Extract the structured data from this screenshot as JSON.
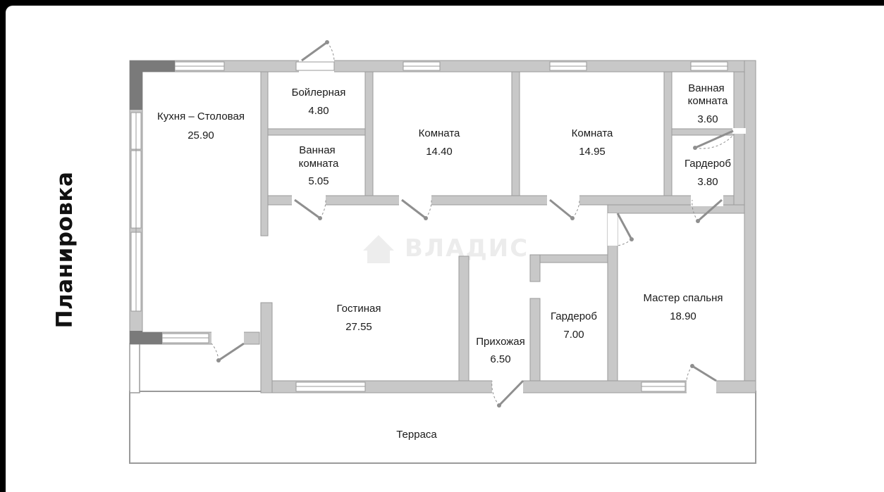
{
  "title": "Планировка",
  "watermark": "ВЛАДИС",
  "colors": {
    "wall": "#c8c8c8",
    "wall_edge": "#9a9a9a",
    "column": "#7a7a7a",
    "door": "#8f8f8f",
    "text": "#1a1a1a"
  },
  "rooms": [
    {
      "id": "kitchen",
      "name": "Кухня – Столовая",
      "area": "25.90"
    },
    {
      "id": "boiler",
      "name": "Бойлерная",
      "area": "4.80"
    },
    {
      "id": "bath1",
      "name_line1": "Ванная",
      "name_line2": "комната",
      "area": "5.05"
    },
    {
      "id": "room1",
      "name": "Комната",
      "area": "14.40"
    },
    {
      "id": "room2",
      "name": "Комната",
      "area": "14.95"
    },
    {
      "id": "bath2",
      "name_line1": "Ванная",
      "name_line2": "комната",
      "area": "3.60"
    },
    {
      "id": "wardrobe1",
      "name": "Гардероб",
      "area": "3.80"
    },
    {
      "id": "living",
      "name": "Гостиная",
      "area": "27.55"
    },
    {
      "id": "hall",
      "name": "Прихожая",
      "area": "6.50"
    },
    {
      "id": "wardrobe2",
      "name": "Гардероб",
      "area": "7.00"
    },
    {
      "id": "master",
      "name": "Мастер спальня",
      "area": "18.90"
    },
    {
      "id": "terrace",
      "name": "Терраса",
      "area": ""
    }
  ]
}
